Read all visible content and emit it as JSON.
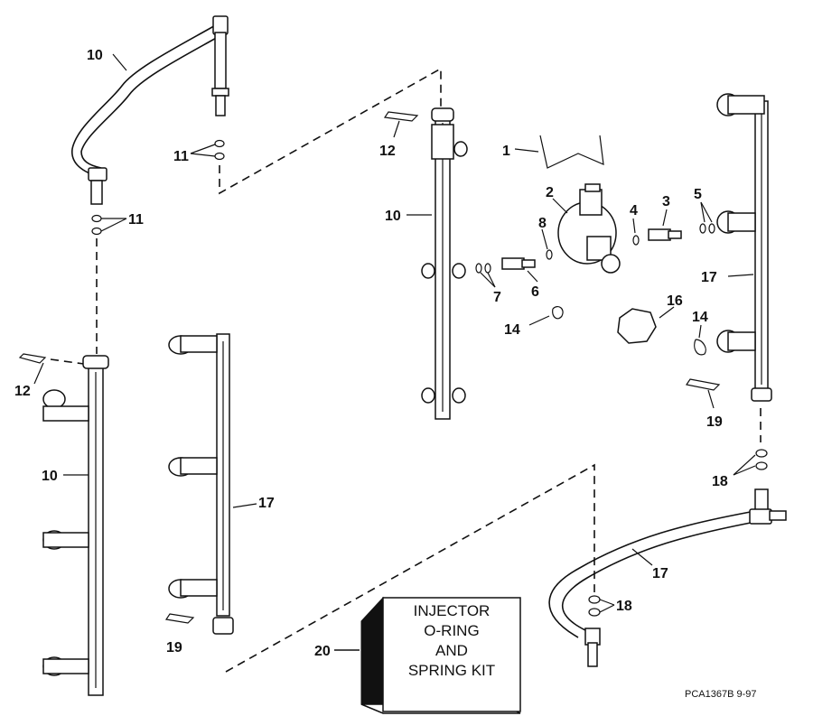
{
  "diagram": {
    "callouts": {
      "c1": "1",
      "c2": "2",
      "c3": "3",
      "c4": "4",
      "c5": "5",
      "c6": "6",
      "c7": "7",
      "c8": "8",
      "c10a": "10",
      "c10b": "10",
      "c10c": "10",
      "c11a": "11",
      "c11b": "11",
      "c12a": "12",
      "c12b": "12",
      "c14a": "14",
      "c14b": "14",
      "c16": "16",
      "c17a": "17",
      "c17b": "17",
      "c17c": "17",
      "c18a": "18",
      "c18b": "18",
      "c19a": "19",
      "c19b": "19",
      "c20": "20"
    },
    "kit_box": {
      "line1": "INJECTOR",
      "line2": "O-RING",
      "line3": "AND",
      "line4": "SPRING KIT"
    },
    "drawing_code": "PCA1367B  9-97"
  }
}
